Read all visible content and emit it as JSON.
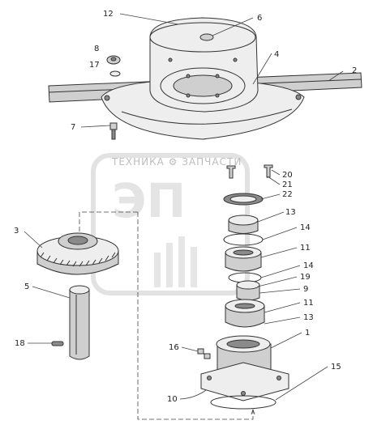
{
  "watermark": {
    "company_line": "ТЕХНИКА ⚙ ЗАПЧАСТИ",
    "letters": "ЭП"
  },
  "callouts": [
    "12",
    "6",
    "8",
    "4",
    "17",
    "2",
    "7",
    "20",
    "21",
    "22",
    "13",
    "3",
    "14",
    "11",
    "14",
    "19",
    "5",
    "9",
    "11",
    "13",
    "1",
    "18",
    "16",
    "15",
    "10"
  ],
  "colors": {
    "ink": "#333333",
    "watermark": "#bdbdbd",
    "background": "#ffffff"
  }
}
